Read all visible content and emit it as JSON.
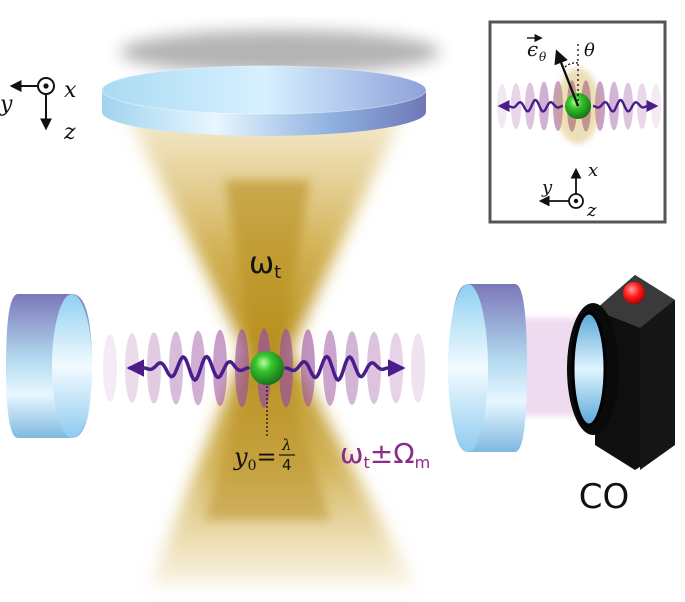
{
  "labels": {
    "trap_frequency_base": "ω",
    "trap_frequency_sub": "t",
    "sideband_base": "ω",
    "sideband_sub_t": "t",
    "sideband_pm": "±",
    "sideband_omega": "Ω",
    "sideband_sub_m": "m",
    "position_lhs": "y",
    "position_lhs_sub": "0",
    "position_eq": "=",
    "position_num": "λ",
    "position_den": "4",
    "detector": "CO",
    "polarization_vec": "ϵ",
    "polarization_sub": "θ",
    "polarization_angle": "θ"
  },
  "axes_main": {
    "x": "x",
    "y": "y",
    "z": "z"
  },
  "axes_inset": {
    "x": "x",
    "y": "y",
    "z": "z"
  },
  "colors": {
    "trap_beam": "#c9a233",
    "standing_wave": "#9a4f9f",
    "arrow": "#4a1d8c",
    "particle": "#2fb82a",
    "mirror": "#8fc4e6",
    "mirror_dark": "#6f77b8",
    "sideband_text": "#8b2b8b",
    "detector_body": "#1c1c1c",
    "detector_led": "#ff1a1a"
  }
}
